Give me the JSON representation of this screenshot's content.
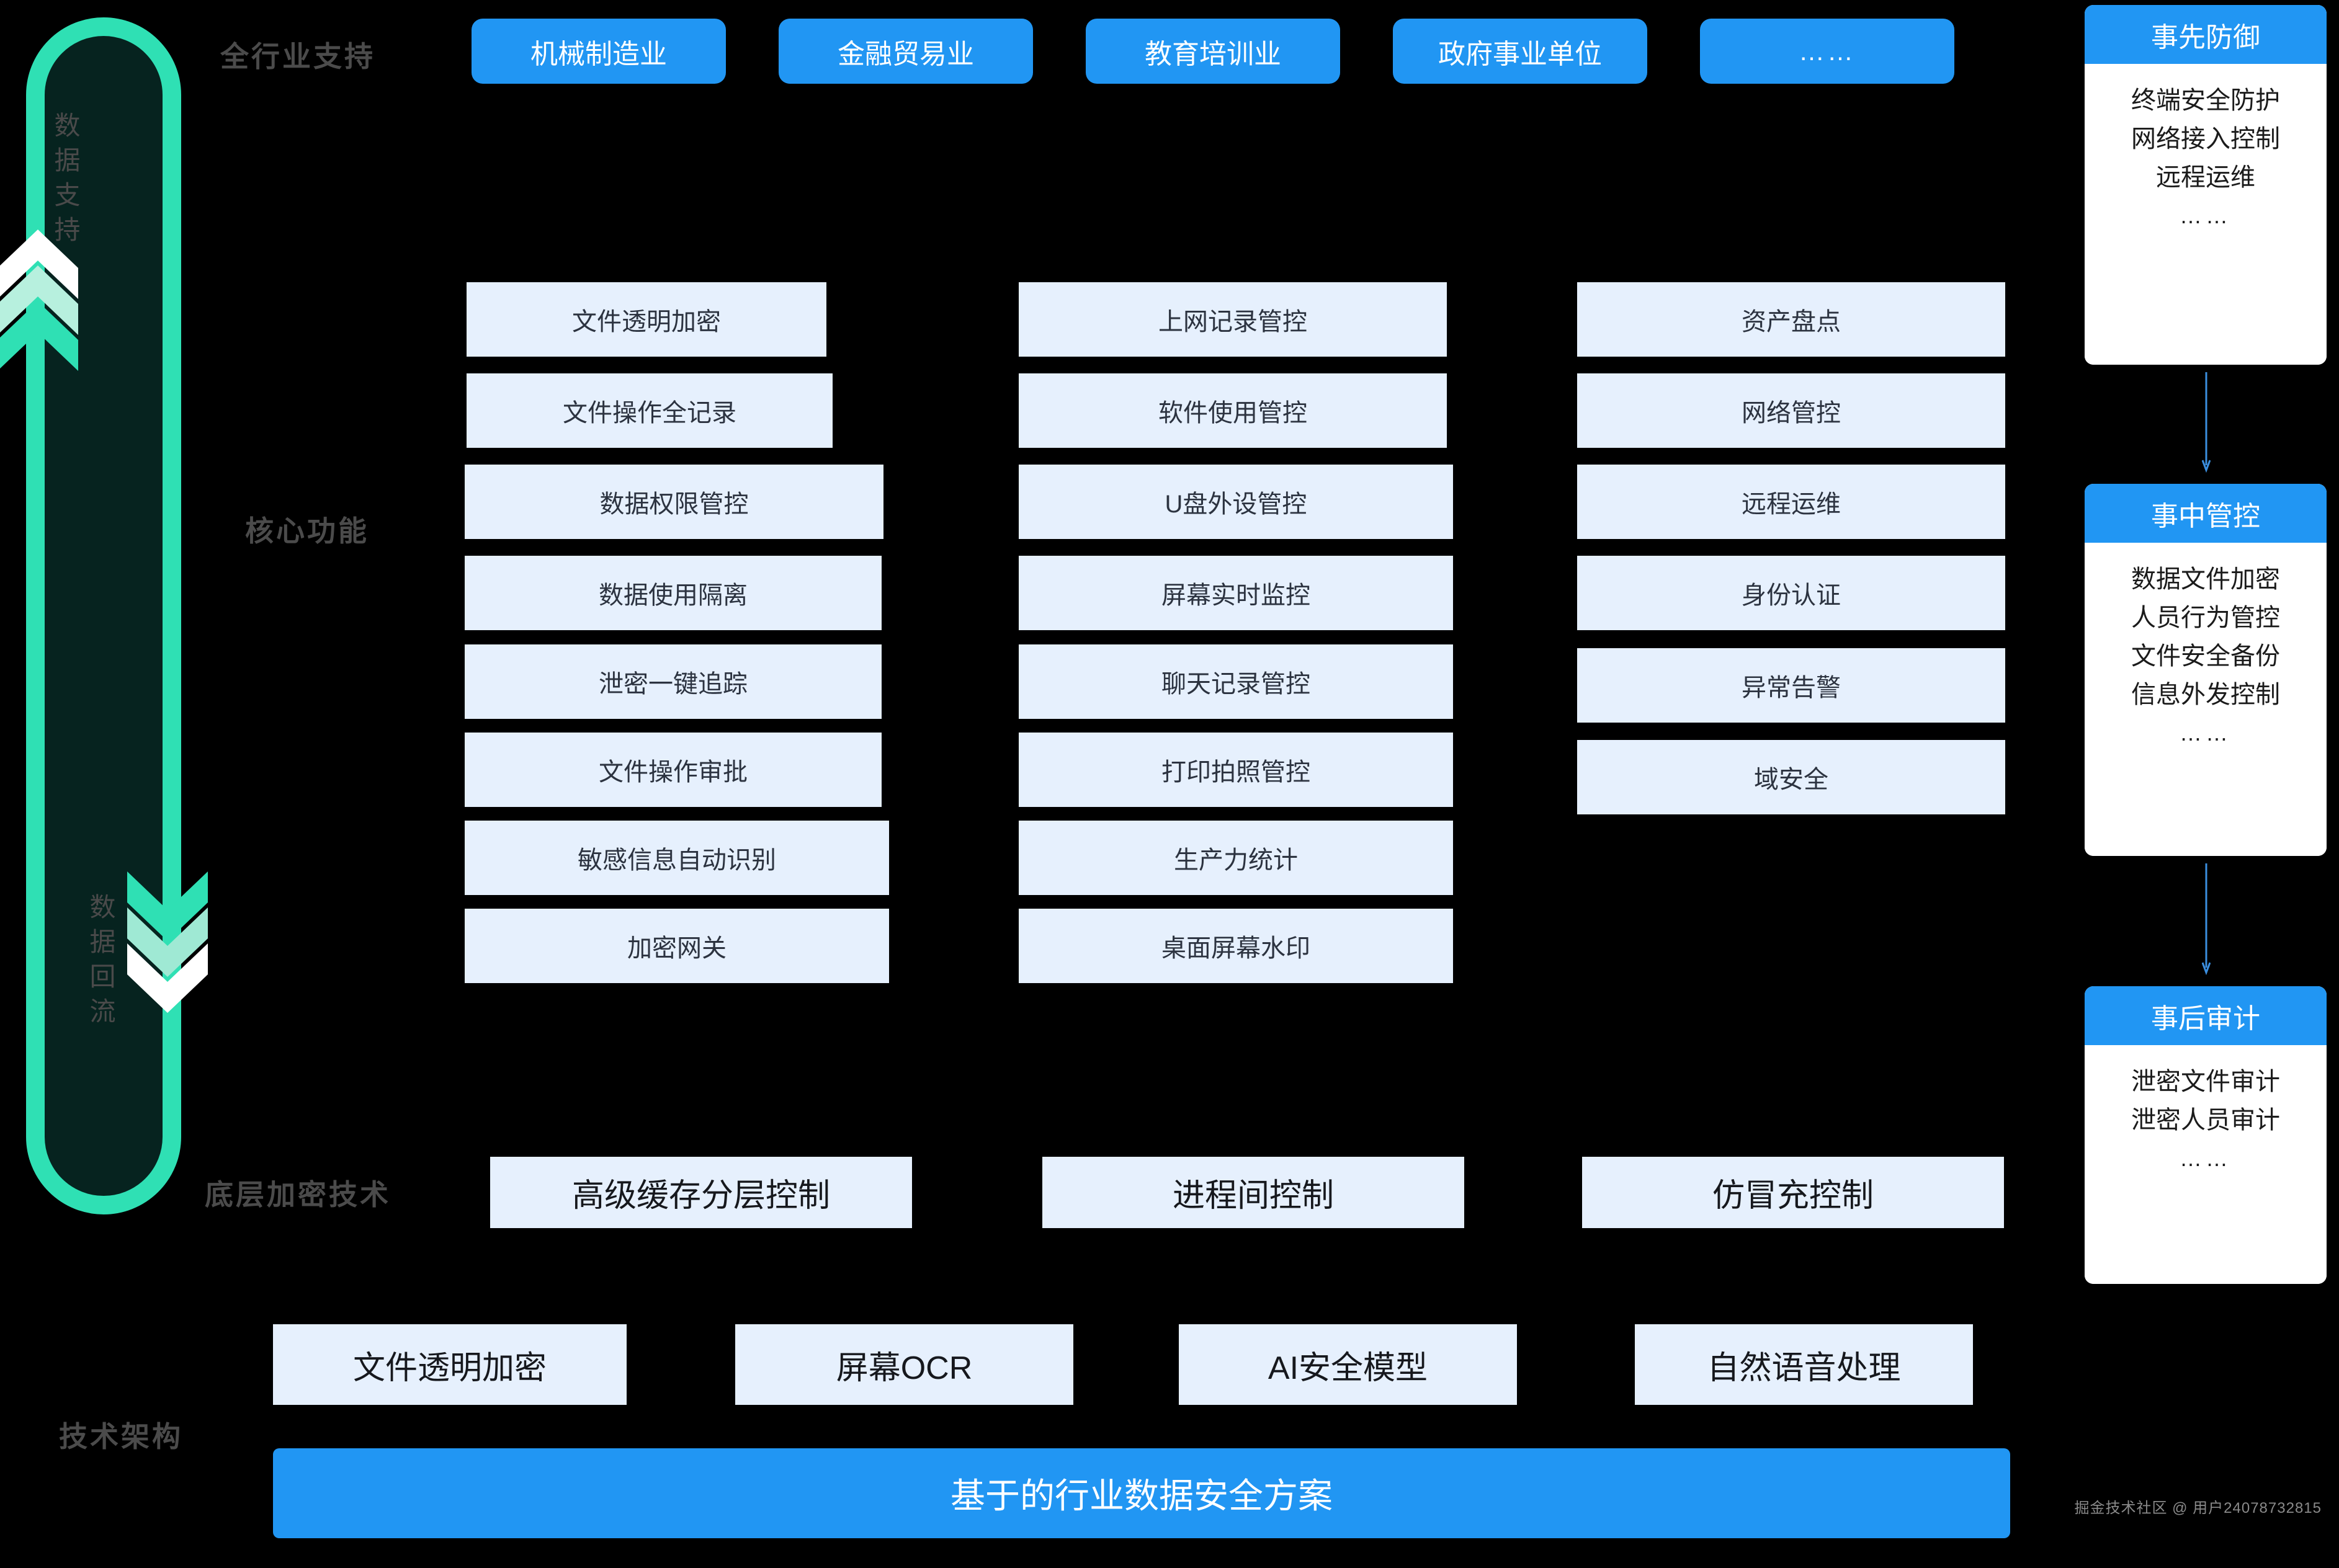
{
  "left_cycle": {
    "up_label": "数据支持",
    "down_label": "数据回流",
    "loop_color": "#2fe0b4",
    "loop_fill": "#06231f"
  },
  "section_labels": {
    "industry": "全行业支持",
    "core": "核心功能",
    "underlying": "底层加密技术",
    "architecture": "技术架构"
  },
  "industries": [
    {
      "label": "机械制造业"
    },
    {
      "label": "金融贸易业"
    },
    {
      "label": "教育培训业"
    },
    {
      "label": "政府事业单位"
    },
    {
      "label": "……"
    }
  ],
  "core_columns": [
    {
      "items": [
        "文件透明加密",
        "文件操作全记录",
        "数据权限管控",
        "数据使用隔离",
        "泄密一键追踪",
        "文件操作审批",
        "敏感信息自动识别",
        "加密网关"
      ]
    },
    {
      "items": [
        "上网记录管控",
        "软件使用管控",
        "U盘外设管控",
        "屏幕实时监控",
        "聊天记录管控",
        "打印拍照管控",
        "生产力统计",
        "桌面屏幕水印"
      ]
    },
    {
      "items": [
        "资产盘点",
        "网络管控",
        "远程运维",
        "身份认证",
        "异常告警",
        "域安全"
      ]
    }
  ],
  "underlying_tech": [
    "高级缓存分层控制",
    "进程间控制",
    "仿冒充控制"
  ],
  "architecture_items": [
    "文件透明加密",
    "屏幕OCR",
    "AI安全模型",
    "自然语音处理"
  ],
  "architecture_banner": "基于的行业数据安全方案",
  "phases": [
    {
      "title": "事先防御",
      "items": [
        "终端安全防护",
        "网络接入控制",
        "远程运维"
      ],
      "dots": "……"
    },
    {
      "title": "事中管控",
      "items": [
        "数据文件加密",
        "人员行为管控",
        "文件安全备份",
        "信息外发控制"
      ],
      "dots": "……"
    },
    {
      "title": "事后审计",
      "items": [
        "泄密文件审计",
        "泄密人员审计"
      ],
      "dots": "……"
    }
  ],
  "colors": {
    "accent_blue": "#2196f3",
    "box_blue": "#e6f0fd",
    "teal": "#2fe0b4",
    "background": "#000000",
    "label_gray": "#4b4b4b"
  },
  "watermark": "掘金技术社区 @ 用户24078732815"
}
